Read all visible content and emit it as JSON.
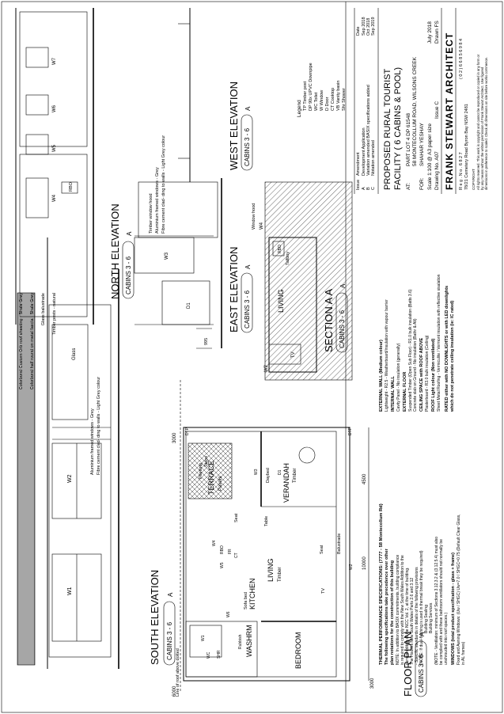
{
  "south_elevation": {
    "title": "SOUTH ELEVATION",
    "subtitle": "CABINS 3 - 6",
    "ref": "A",
    "windows": [
      "W1",
      "W2"
    ],
    "glass": "Glass",
    "note_frame": "Aluminium framed windows - Grey",
    "note_fibre": "Fibre cement clad- ding to walls - Light Grey colour",
    "note_roof_1": "Colorbond Custom Orb roof sheeting - Shale Grey",
    "note_roof_2": "Colorbond half round on metal fascia - Shale Grey",
    "note_balustrade": "Glass balustrade",
    "note_posts": "Timber posts - natural"
  },
  "north_elevation": {
    "title": "NORTH ELEVATION",
    "subtitle": "CABINS 3 - 6",
    "ref": "A",
    "windows": [
      "W3",
      "W4",
      "W5",
      "W6",
      "W7",
      "D1"
    ],
    "hood": "RBO"
  },
  "east_elevation": {
    "title": "EAST ELEVATION",
    "subtitle": "CABINS 3 - 6",
    "ref": "A",
    "note_hood": "Timber window hood",
    "note_frame": "Aluminium framed windows - Grey",
    "note_fibre": "Fibre cement clad- ding to walls - Light Grey colour",
    "dim": "995"
  },
  "west_elevation": {
    "title": "WEST ELEVATION",
    "subtitle": "CABINS 3 - 6",
    "ref": "A"
  },
  "section": {
    "title": "SECTION A A",
    "subtitle": "CABINS 3 - 6",
    "ref": "A",
    "living": "LIVING",
    "tv": "TV",
    "w2": "W2",
    "w4": "W4",
    "window_hood": "Window hood",
    "rbo": "RBO",
    "tallboy": "Tallboy"
  },
  "floor_plan": {
    "title": "FLOOR PLAN",
    "subtitle": "CABINS 3 - 6",
    "ref": "A",
    "rooms": {
      "bedroom": "BEDROOM",
      "washrm": "WASHRM",
      "kitchen": "KITCHEN",
      "living": "LIVING",
      "living_sub": "Timber",
      "verandah": "VERANDAH",
      "verandah_sub": "Timber",
      "terrace": "TERRACE",
      "terrace_sub": "Pavers"
    },
    "labels": {
      "sofa": "Sofa bed",
      "seat": "Seat",
      "seat2": "Seat",
      "daybed": "Daybed",
      "table": "Table",
      "tv": "TV",
      "steps": "Steps",
      "balustrade": "Balustrade",
      "planting": "Planting",
      "roof_line": "Line of roof above dotted"
    },
    "fixtures": [
      "W1",
      "W2",
      "W3",
      "W4",
      "W5",
      "W6",
      "D1",
      "WC",
      "SHR",
      "CT",
      "DTP",
      "DTP",
      "RBO",
      "FR",
      "Rubbish"
    ],
    "dims": [
      "10000",
      "4500",
      "3000",
      "6000",
      "3000"
    ]
  },
  "specs": {
    "thermal_title": "THERMAL PERFORMANCE SPECIFICATIONS: (7777 - 58 Montecollum Rd)",
    "thermal_sub1": "The following specifications take precedence over other",
    "thermal_sub2": "plan notations for the construction of this building",
    "note_1": "NOTE: In addition to BASIX commitments, building compliance",
    "note_2": "is required to comply with the New South Wales Addition to the",
    "note_3": "current edition of the NCC Vol. 2, at the time of building.",
    "note_4": "The Houses New South Wales Parts 2.6 and 3.12",
    "note_5": "- Specific standards in details of the following provisions",
    "note_6": "(NOTE: If dual-flashing is used in thermal break they be required)",
    "note_7": "Building Sealing",
    "note_8": "Building Services",
    "note_9": "(NOTE - Ventilation: minimum of Sections 3.12.3.2 & (3.12.5.4) must also",
    "note_10": "be complied with and these bathroom ventilators should not normally be",
    "note_11": "unshrouded into roof spaces.)",
    "windows_title": "WINDOWS (total product specification - glass + frame)",
    "windows_1": "Fixed and Awning Windows: (Uw / SHGC) Uw=7.0 / SHGC=0.75 (Default Clear Glass,",
    "windows_2": "in AL frames)",
    "ext_title": "EXTERNAL WALL (Medium colour)",
    "ext_1": "Lightweight - R2.5 - Weatherboard/insulation with vapour barrier",
    "int_title": "INTERNAL WALL",
    "int_1": "Cavity Panel - No insulation (generally)",
    "floor_title": "EXTERNAL FLOOR",
    "floor_1": "Suspended Timber (Open Sub Floor) - R1.0 bulk insulation (Batts 3.6)",
    "floor_2": "Concrete slab on Ground - No insulation (Bathr & Alt)",
    "ceiling_title": "CEILING SPACE with ROOF ABOVE",
    "ceiling_1": "Plasterboard - R3.0 bulk insulation (Ceiling)",
    "roof_title": "ROOF Light colour (Non ventilated)",
    "roof_1": "Sheet Metal Roofing - Vermiculite / Vermont insulation with reflective sisalation",
    "rated_1": "RATED either with NO DOWNLIGHTS or with LED downlights",
    "rated_2": "which do not penetrate ceiling insulation (ie: IC rated)"
  },
  "legend": {
    "title": "Legend",
    "items": [
      "TP   Timber post",
      "DP   90x UPVC Downpipe",
      "WC  Toilet",
      "W    Window",
      "D    Door",
      "CT   Cooktop",
      "VB   Vanity basin",
      "Shr  Shower"
    ]
  },
  "amendments": {
    "header_issue": "Issue",
    "header_amend": "Amendment",
    "header_date": "Date",
    "rows": [
      {
        "issue": "A",
        "amend": "Development Application",
        "date": "Sep 2018"
      },
      {
        "issue": "B",
        "amend": "Variation amended BASIX specifications added",
        "date": "Oct 2018"
      },
      {
        "issue": "C",
        "amend": "Notation amended",
        "date": "Sep 2019"
      }
    ]
  },
  "title_block": {
    "project_1": "PROPOSED RURAL TOURIST",
    "project_2": "FACILITY  ( 6 CABINS & POOL)",
    "at_label": "AT:",
    "at_1": "PART LOT 4 DP 61548",
    "at_2": "58 MONTECOLLUM ROAD, WILSONS CREEK",
    "for_label": "FOR:",
    "for_1": "SHAHAR YESHAY",
    "scale": "Scale 1:100 @ A3 paper size",
    "date": "July 2018",
    "drawing_no": "Drawing No. A07",
    "issue": "Issue  C",
    "drawn": "Drawn FS",
    "firm": "FRANK  STEWART     ARCHITECT",
    "reg": "R e g .   N o .   6 8 2 7",
    "address": "78/21 Cemetery Road  Byron Bay NSW 2481",
    "phone": "( 0 2 )  6 6 8 5  6 9 8 4",
    "copyright_1": "COPYRIGHT",
    "copyright_2": "All rights reserved. This work is copyright and cannot be reproduced or copied in any form or",
    "copyright_3": "by any means without the written permission of Frank Stewart Architect. Use figured",
    "copyright_4": "dimensions in preference to scaled. Check all dimensions on site before works commence."
  }
}
